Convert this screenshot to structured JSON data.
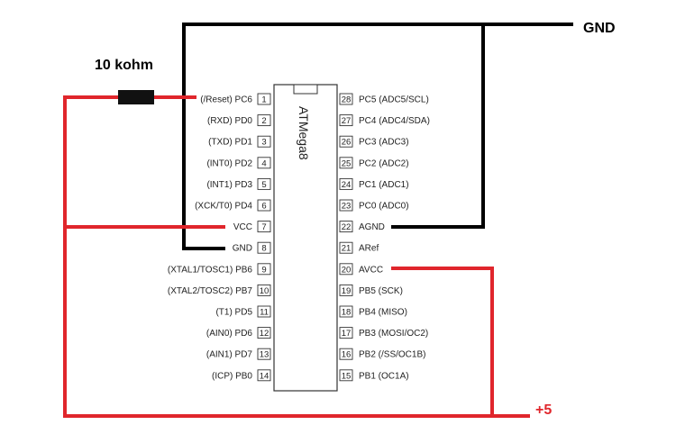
{
  "labels": {
    "gnd": "GND",
    "plus5": "+5",
    "resistor": "10 kohm",
    "chip_name": "ATMega8"
  },
  "colors": {
    "ground_wire": "#000000",
    "power_wire": "#e0262c",
    "outline": "#333333"
  },
  "pins_left": [
    {
      "num": "1",
      "label": "(/Reset) PC6"
    },
    {
      "num": "2",
      "label": "(RXD) PD0"
    },
    {
      "num": "3",
      "label": "(TXD) PD1"
    },
    {
      "num": "4",
      "label": "(INT0) PD2"
    },
    {
      "num": "5",
      "label": "(INT1) PD3"
    },
    {
      "num": "6",
      "label": "(XCK/T0) PD4"
    },
    {
      "num": "7",
      "label": "VCC"
    },
    {
      "num": "8",
      "label": "GND"
    },
    {
      "num": "9",
      "label": "(XTAL1/TOSC1) PB6"
    },
    {
      "num": "10",
      "label": "(XTAL2/TOSC2) PB7"
    },
    {
      "num": "11",
      "label": "(T1) PD5"
    },
    {
      "num": "12",
      "label": "(AIN0) PD6"
    },
    {
      "num": "13",
      "label": "(AIN1) PD7"
    },
    {
      "num": "14",
      "label": "(ICP) PB0"
    }
  ],
  "pins_right": [
    {
      "num": "28",
      "label": "PC5 (ADC5/SCL)"
    },
    {
      "num": "27",
      "label": "PC4 (ADC4/SDA)"
    },
    {
      "num": "26",
      "label": "PC3 (ADC3)"
    },
    {
      "num": "25",
      "label": "PC2 (ADC2)"
    },
    {
      "num": "24",
      "label": "PC1 (ADC1)"
    },
    {
      "num": "23",
      "label": "PC0 (ADC0)"
    },
    {
      "num": "22",
      "label": "AGND"
    },
    {
      "num": "21",
      "label": "ARef"
    },
    {
      "num": "20",
      "label": "AVCC"
    },
    {
      "num": "19",
      "label": "PB5 (SCK)"
    },
    {
      "num": "18",
      "label": "PB4 (MISO)"
    },
    {
      "num": "17",
      "label": "PB3 (MOSI/OC2)"
    },
    {
      "num": "16",
      "label": "PB2 (/SS/OC1B)"
    },
    {
      "num": "15",
      "label": "PB1 (OC1A)"
    }
  ]
}
